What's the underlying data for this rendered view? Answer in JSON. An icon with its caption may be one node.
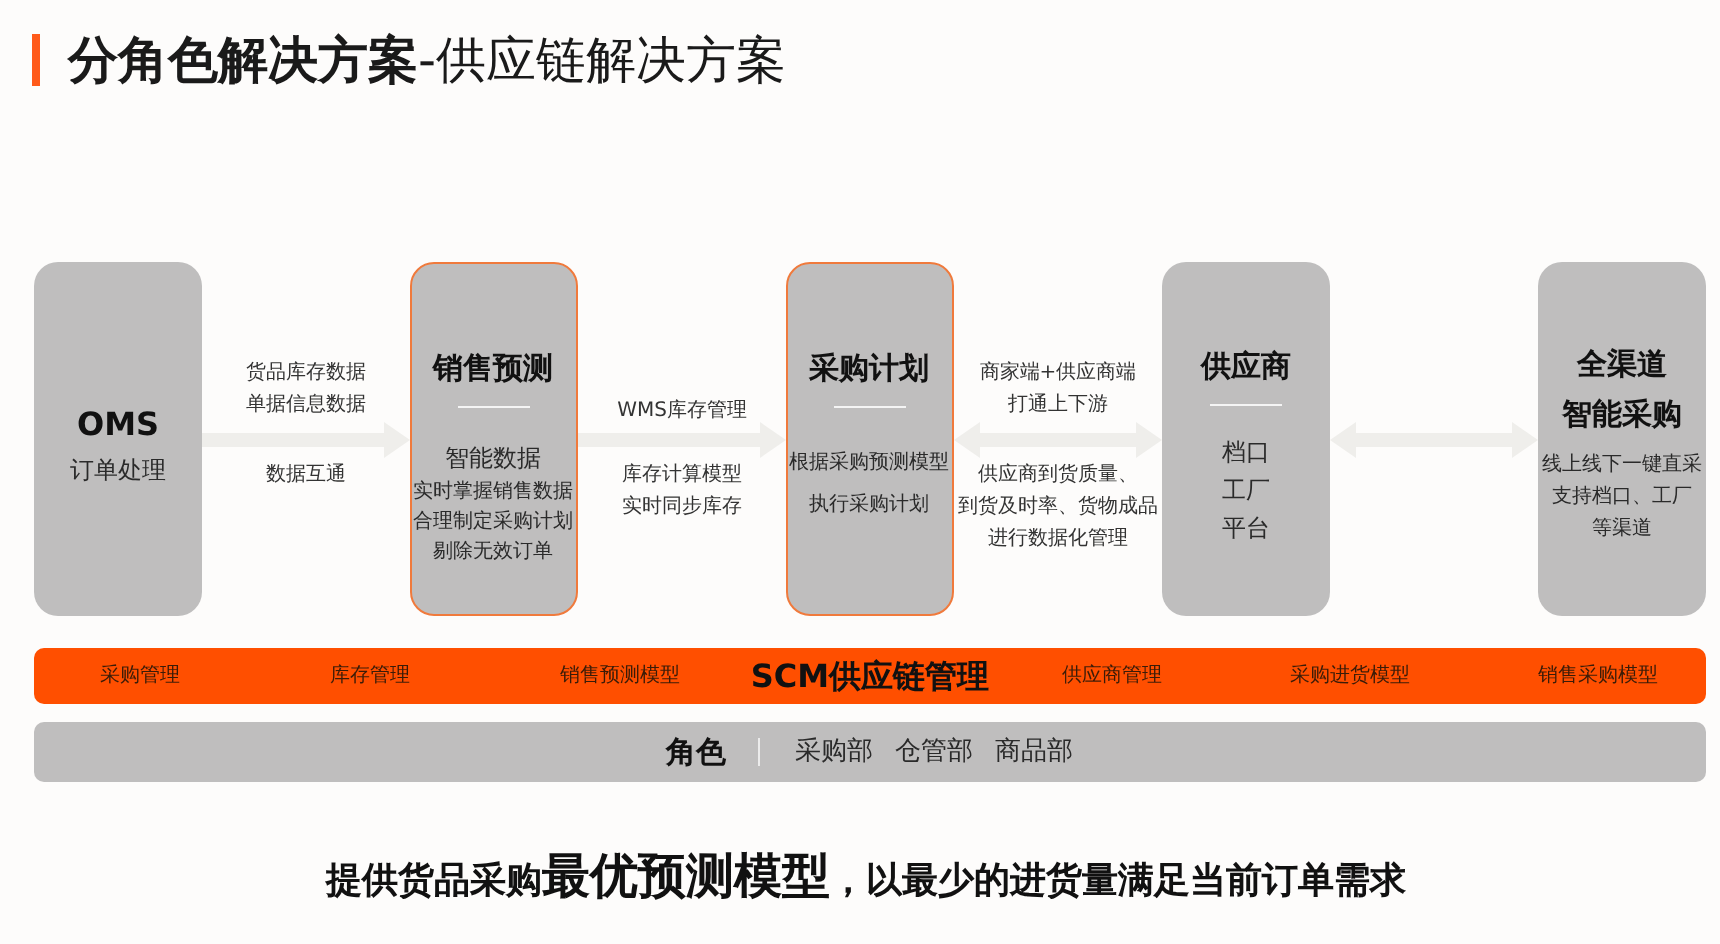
{
  "diagram": {
    "title": "**分角色解决方案**-供应链解决方案",
    "caption": "提供货品采购**最优预测模型**，以最少的进货量满足当前订单需求",
    "nodes": [
      {
        "text": [
          "OMS",
          "订单处理"
        ]
      },
      {
        "text": [
          "销售预测",
          "智能数据",
          "实时掌握销售数据",
          "合理制定采购计划",
          "剔除无效订单"
        ]
      },
      {
        "text": [
          "采购计划",
          "根据采购预测模型执行采购计划"
        ]
      },
      {
        "text": [
          "供应商",
          "档口",
          "工厂",
          "平台"
        ]
      },
      {
        "text": [
          "全渠道智能采购",
          "线上线下一键直采支持档口、工厂等渠道"
        ]
      },
      {
        "text": [
          "采购管理",
          "库存管理",
          "销售预测模型",
          "SCM供应链管理",
          "供应商管理",
          "采购进货模型",
          "销售采购模型"
        ]
      },
      {
        "text": [
          "角色",
          "采购部",
          "仓管部",
          "商品部"
        ]
      }
    ],
    "edges": [
      {
        "from": 0,
        "to": 1,
        "arrow": "to",
        "label": "货品库存数据单据信息数据"
      },
      {
        "from": 1,
        "to": 2,
        "arrow": "to",
        "label": "WMS库存管理"
      },
      {
        "from": 2,
        "to": 3,
        "arrow": "both",
        "label": "商家端+供应商端打通上下游"
      },
      {
        "from": 3,
        "to": 4,
        "arrow": "both"
      }
    ],
    "labels": [
      "数据互通",
      "库存计算模型",
      "实时同步库存",
      "供应商到货质量、到货及时率、货物成品进行数据化管理"
    ]
  }
}
